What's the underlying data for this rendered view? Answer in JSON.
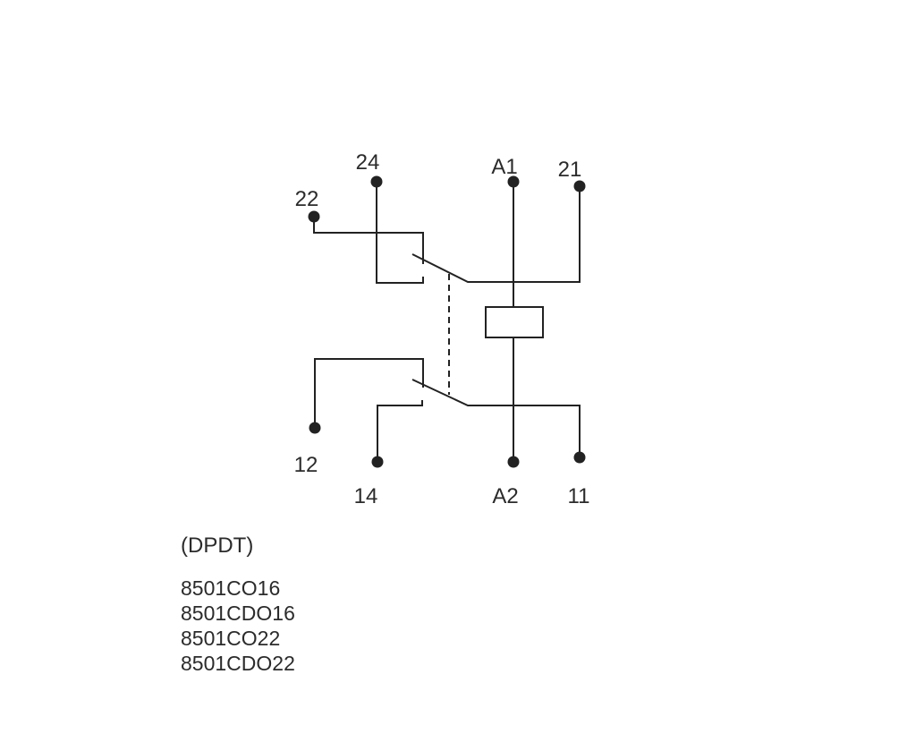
{
  "diagram": {
    "type": "relay-schematic",
    "caption": "(DPDT)",
    "terminals": {
      "t24": "24",
      "tA1": "A1",
      "t21": "21",
      "t22": "22",
      "t12": "12",
      "t14": "14",
      "tA2": "A2",
      "t11": "11"
    },
    "models": [
      "8501CO16",
      "8501CDO16",
      "8501CO22",
      "8501CDO22"
    ],
    "colors": {
      "line": "#222222",
      "text": "#2b2b2b",
      "background": "#ffffff"
    }
  }
}
